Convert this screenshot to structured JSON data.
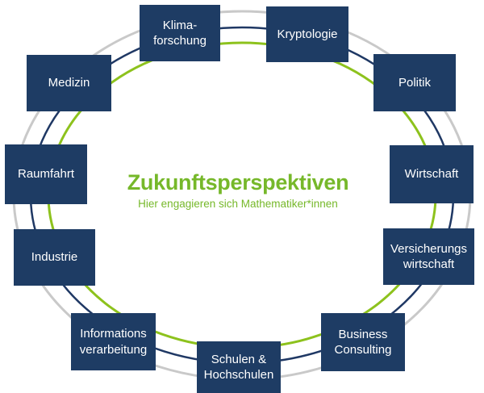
{
  "diagram": {
    "title": "Zukunftsperspektiven",
    "subtitle": "Hier engagieren sich Mathematiker*innen"
  },
  "nodes": [
    {
      "id": "klimaforschung",
      "label": "Klima-\nforschung"
    },
    {
      "id": "kryptologie",
      "label": "Kryptologie"
    },
    {
      "id": "politik",
      "label": "Politik"
    },
    {
      "id": "wirtschaft",
      "label": "Wirtschaft"
    },
    {
      "id": "versicherungswirtschaft",
      "label": "Versicherungs\nwirtschaft"
    },
    {
      "id": "business-consulting",
      "label": "Business\nConsulting"
    },
    {
      "id": "schulen-hochschulen",
      "label": "Schulen &\nHochschulen"
    },
    {
      "id": "informationsverarbeitung",
      "label": "Informations\nverarbeitung"
    },
    {
      "id": "industrie",
      "label": "Industrie"
    },
    {
      "id": "raumfahrt",
      "label": "Raumfahrt"
    },
    {
      "id": "medizin",
      "label": "Medizin"
    }
  ],
  "rings": [
    {
      "name": "outer-gray",
      "color": "#C9C9C9"
    },
    {
      "name": "middle-navy",
      "color": "#1F3864"
    },
    {
      "name": "inner-green",
      "color": "#8DC21D"
    }
  ],
  "colors": {
    "box_bg": "#1E3C64",
    "box_text": "#FFFFFF",
    "title_green": "#76B82A"
  }
}
